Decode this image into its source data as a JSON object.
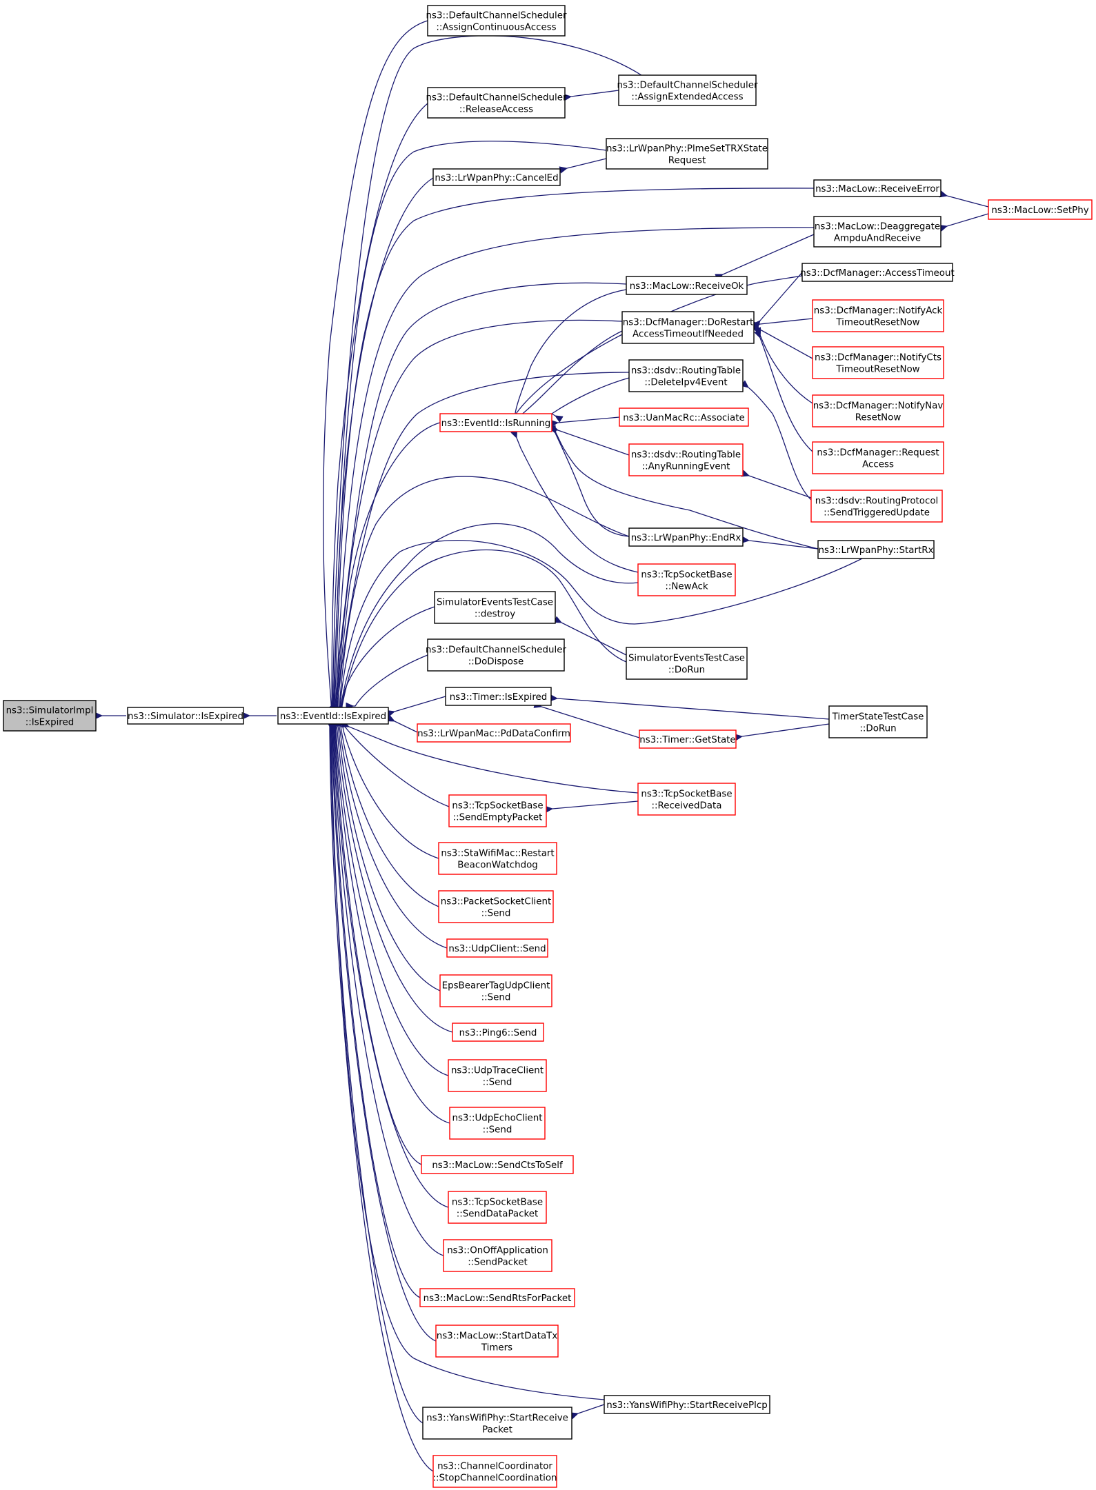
{
  "graph": {
    "colors": {
      "edge": "#191970",
      "node_border": "#000000",
      "truncated_border": "#ff0000",
      "root_fill": "#bfbfbf"
    },
    "nodes": [
      {
        "id": "root",
        "lines": [
          "ns3::SimulatorImpl",
          "::IsExpired"
        ],
        "root": true
      },
      {
        "id": "sim",
        "lines": [
          "ns3::Simulator::IsExpired"
        ]
      },
      {
        "id": "ev",
        "lines": [
          "ns3::EventId::IsExpired"
        ]
      },
      {
        "id": "dcs_aca",
        "lines": [
          "ns3::DefaultChannelScheduler",
          "::AssignContinuousAccess"
        ]
      },
      {
        "id": "dcs_ra",
        "lines": [
          "ns3::DefaultChannelScheduler",
          "::ReleaseAccess"
        ]
      },
      {
        "id": "dcs_aea",
        "lines": [
          "ns3::DefaultChannelScheduler",
          "::AssignExtendedAccess"
        ]
      },
      {
        "id": "lr_ce",
        "lines": [
          "ns3::LrWpanPhy::CancelEd"
        ]
      },
      {
        "id": "lr_plme",
        "lines": [
          "ns3::LrWpanPhy::PlmeSetTRXState",
          "Request"
        ]
      },
      {
        "id": "ml_re",
        "lines": [
          "ns3::MacLow::ReceiveError"
        ]
      },
      {
        "id": "ml_setphy",
        "lines": [
          "ns3::MacLow::SetPhy"
        ],
        "truncated": true
      },
      {
        "id": "ml_deagg",
        "lines": [
          "ns3::MacLow::Deaggregate",
          "AmpduAndReceive"
        ]
      },
      {
        "id": "ml_rok",
        "lines": [
          "ns3::MacLow::ReceiveOk"
        ]
      },
      {
        "id": "dcf_at",
        "lines": [
          "ns3::DcfManager::AccessTimeout"
        ]
      },
      {
        "id": "dcf_dr",
        "lines": [
          "ns3::DcfManager::DoRestart",
          "AccessTimeoutIfNeeded"
        ]
      },
      {
        "id": "dcf_nack",
        "lines": [
          "ns3::DcfManager::NotifyAck",
          "TimeoutResetNow"
        ],
        "truncated": true
      },
      {
        "id": "dcf_ncts",
        "lines": [
          "ns3::DcfManager::NotifyCts",
          "TimeoutResetNow"
        ],
        "truncated": true
      },
      {
        "id": "dcf_nnav",
        "lines": [
          "ns3::DcfManager::NotifyNav",
          "ResetNow"
        ],
        "truncated": true
      },
      {
        "id": "dcf_req",
        "lines": [
          "ns3::DcfManager::Request",
          "Access"
        ],
        "truncated": true
      },
      {
        "id": "dsdv_del",
        "lines": [
          "ns3::dsdv::RoutingTable",
          "::DeleteIpv4Event"
        ]
      },
      {
        "id": "ev_run",
        "lines": [
          "ns3::EventId::IsRunning"
        ],
        "truncated": true
      },
      {
        "id": "uan",
        "lines": [
          "ns3::UanMacRc::Associate"
        ],
        "truncated": true
      },
      {
        "id": "dsdv_any",
        "lines": [
          "ns3::dsdv::RoutingTable",
          "::AnyRunningEvent"
        ],
        "truncated": true
      },
      {
        "id": "dsdv_stu",
        "lines": [
          "ns3::dsdv::RoutingProtocol",
          "::SendTriggeredUpdate"
        ],
        "truncated": true
      },
      {
        "id": "lr_endrx",
        "lines": [
          "ns3::LrWpanPhy::EndRx"
        ]
      },
      {
        "id": "lr_startrx",
        "lines": [
          "ns3::LrWpanPhy::StartRx"
        ]
      },
      {
        "id": "tcp_newack",
        "lines": [
          "ns3::TcpSocketBase",
          "::NewAck"
        ],
        "truncated": true
      },
      {
        "id": "setc_d",
        "lines": [
          "SimulatorEventsTestCase",
          "::destroy"
        ]
      },
      {
        "id": "setc_run",
        "lines": [
          "SimulatorEventsTestCase",
          "::DoRun"
        ]
      },
      {
        "id": "dcs_dd",
        "lines": [
          "ns3::DefaultChannelScheduler",
          "::DoDispose"
        ]
      },
      {
        "id": "tm_ie",
        "lines": [
          "ns3::Timer::IsExpired"
        ]
      },
      {
        "id": "tm_gs",
        "lines": [
          "ns3::Timer::GetState"
        ],
        "truncated": true
      },
      {
        "id": "tstc",
        "lines": [
          "TimerStateTestCase",
          "::DoRun"
        ]
      },
      {
        "id": "lrmac",
        "lines": [
          "ns3::LrWpanMac::PdDataConfirm"
        ],
        "truncated": true
      },
      {
        "id": "tcp_sep",
        "lines": [
          "ns3::TcpSocketBase",
          "::SendEmptyPacket"
        ],
        "truncated": true
      },
      {
        "id": "tcp_rd",
        "lines": [
          "ns3::TcpSocketBase",
          "::ReceivedData"
        ],
        "truncated": true
      },
      {
        "id": "sta",
        "lines": [
          "ns3::StaWifiMac::Restart",
          "BeaconWatchdog"
        ],
        "truncated": true
      },
      {
        "id": "psc",
        "lines": [
          "ns3::PacketSocketClient",
          "::Send"
        ],
        "truncated": true
      },
      {
        "id": "udpc",
        "lines": [
          "ns3::UdpClient::Send"
        ],
        "truncated": true
      },
      {
        "id": "eps",
        "lines": [
          "EpsBearerTagUdpClient",
          "::Send"
        ],
        "truncated": true
      },
      {
        "id": "ping6",
        "lines": [
          "ns3::Ping6::Send"
        ],
        "truncated": true
      },
      {
        "id": "udptc",
        "lines": [
          "ns3::UdpTraceClient",
          "::Send"
        ],
        "truncated": true
      },
      {
        "id": "udpec",
        "lines": [
          "ns3::UdpEchoClient",
          "::Send"
        ],
        "truncated": true
      },
      {
        "id": "ml_scts",
        "lines": [
          "ns3::MacLow::SendCtsToSelf"
        ],
        "truncated": true
      },
      {
        "id": "tcp_sdp",
        "lines": [
          "ns3::TcpSocketBase",
          "::SendDataPacket"
        ],
        "truncated": true
      },
      {
        "id": "onoff",
        "lines": [
          "ns3::OnOffApplication",
          "::SendPacket"
        ],
        "truncated": true
      },
      {
        "id": "ml_srts",
        "lines": [
          "ns3::MacLow::SendRtsForPacket"
        ],
        "truncated": true
      },
      {
        "id": "ml_sdt",
        "lines": [
          "ns3::MacLow::StartDataTx",
          "Timers"
        ],
        "truncated": true
      },
      {
        "id": "yans_srp",
        "lines": [
          "ns3::YansWifiPhy::StartReceive",
          "Packet"
        ]
      },
      {
        "id": "yans_plcp",
        "lines": [
          "ns3::YansWifiPhy::StartReceivePlcp"
        ]
      },
      {
        "id": "cc",
        "lines": [
          "ns3::ChannelCoordinator",
          "::StopChannelCoordination"
        ],
        "truncated": true
      }
    ]
  }
}
